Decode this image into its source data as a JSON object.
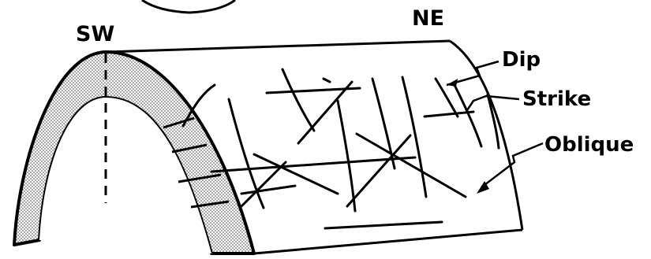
{
  "labels": {
    "southwest": "SW",
    "northeast": "NE",
    "dip": "Dip",
    "strike": "Strike",
    "oblique": "Oblique"
  },
  "colors": {
    "ink": "#000000",
    "paper": "#ffffff",
    "stipple": "#9a9a9a"
  }
}
